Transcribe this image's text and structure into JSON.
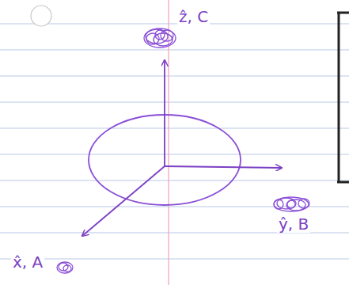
{
  "diagram": {
    "labels": [
      "ẑ, C",
      "ŷ, B",
      "x̂, A"
    ]
  }
}
